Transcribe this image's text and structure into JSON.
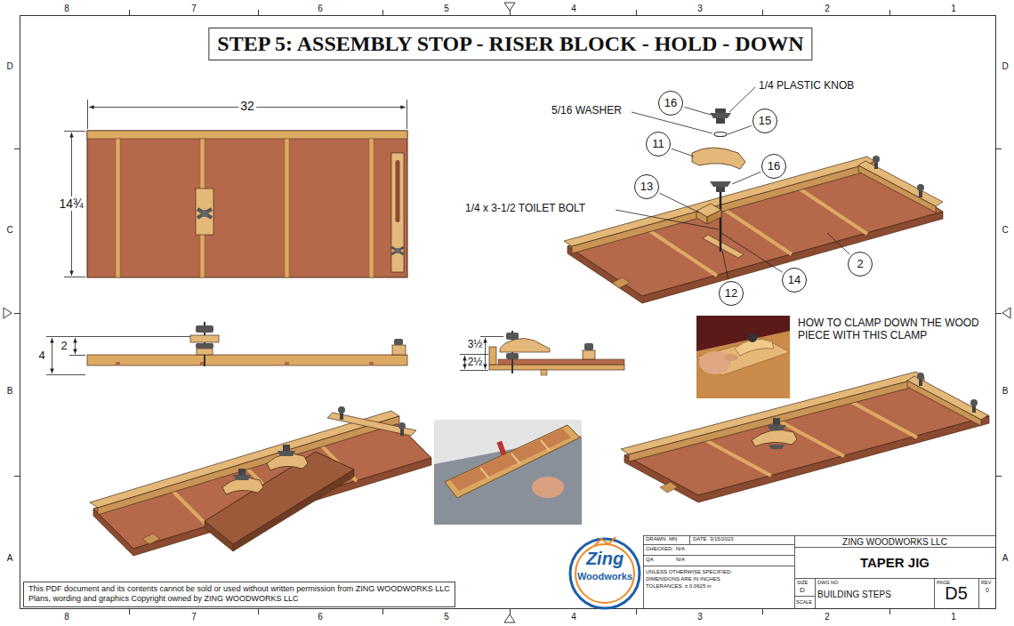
{
  "diagram": {
    "title": "STEP 5: ASSEMBLY STOP - RISER BLOCK - HOLD - DOWN",
    "nodes": [
      {
        "text": [
          "16"
        ]
      },
      {
        "text": [
          "15"
        ]
      },
      {
        "text": [
          "11"
        ]
      },
      {
        "text": [
          "16"
        ]
      },
      {
        "text": [
          "13"
        ]
      },
      {
        "text": [
          "2"
        ]
      },
      {
        "text": [
          "14"
        ]
      },
      {
        "text": [
          "12"
        ]
      },
      {
        "text": [
          "This PDF document and its contents cannot be sold or used without written permission from ZING WOODWORKS LLC",
          "Plans, wording and graphics Copyright owned by ZING WOODWORKS LLC"
        ]
      }
    ],
    "labels": [
      "8",
      "7",
      "6",
      "5",
      "4",
      "3",
      "2",
      "1",
      "8",
      "7",
      "6",
      "5",
      "4",
      "3",
      "2",
      "1",
      "D",
      "C",
      "B",
      "A",
      "D",
      "C",
      "B",
      "A",
      "32",
      "14¾",
      "2",
      "4",
      "2½",
      "3½",
      "1/4 PLASTIC KNOB",
      "5/16 WASHER",
      "1/4 x 3-1/2 TOILET BOLT",
      "HOW TO CLAMP DOWN THE WOOD PIECE WITH THIS CLAMP",
      "Zing",
      "Woodworks",
      "DRAWN:",
      "MN",
      "DATE",
      "3/15/2023",
      "CHECKED:",
      "N/A",
      "QA",
      "N/A",
      "UNLESS OTHERWISE SPECIFIED:",
      "DIMENSIONS ARE IN INCHES",
      "TOLERANCES: ± 0.0625 in",
      "ZING WOODWORKS LLC",
      "TAPER JIG",
      "SIZE",
      "D",
      "SCALE",
      "DWG NO",
      "BUILDING STEPS",
      "PAGE",
      "D5",
      "REV",
      "0"
    ]
  }
}
